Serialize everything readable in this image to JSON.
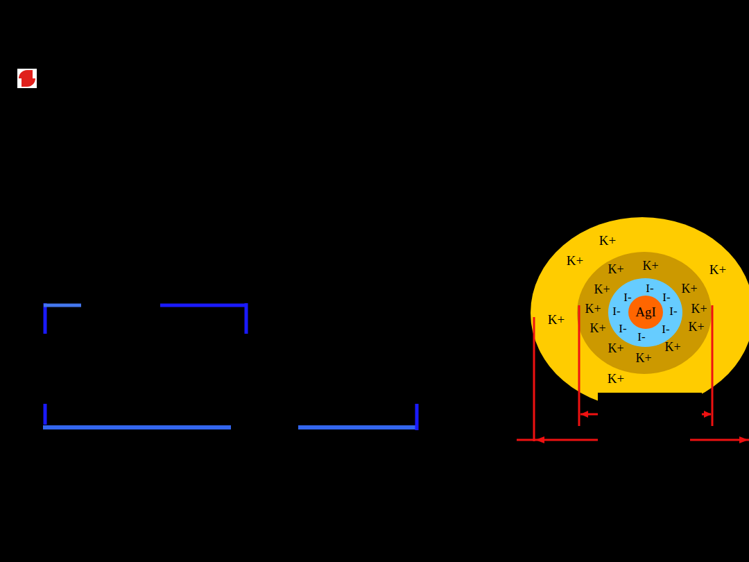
{
  "diagram": {
    "nodes": [
      {
        "text": [
          "K+",
          "K+",
          "K+",
          "K+",
          "K+"
        ]
      },
      {
        "text": [
          "K+",
          "K+",
          "K+",
          "K+",
          "K+",
          "K+",
          "K+",
          "K+",
          "K+",
          "K+",
          "K+"
        ],
        "in": 0
      },
      {
        "text": [
          "I-",
          "I-",
          "I-",
          "I-",
          "I-",
          "I-",
          "I-",
          "I-"
        ],
        "in": 1
      },
      {
        "text": [
          "AgI"
        ],
        "in": 2
      }
    ]
  }
}
